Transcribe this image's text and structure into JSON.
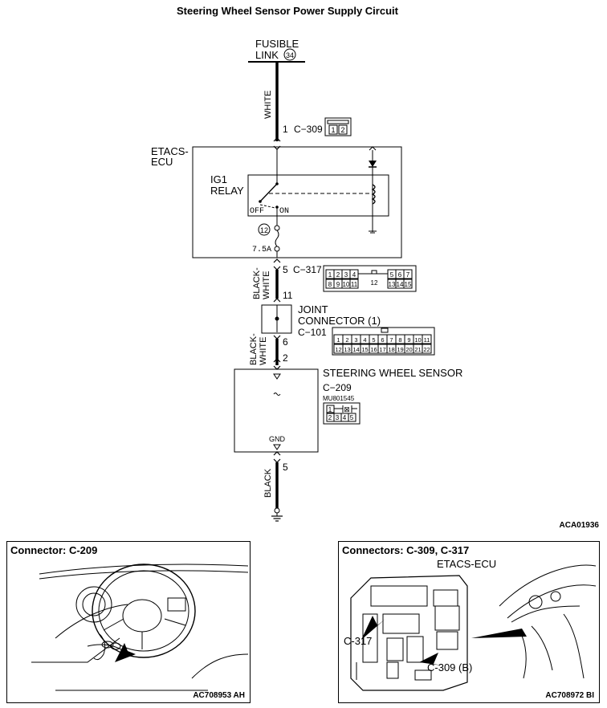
{
  "title": "Steering Wheel Sensor Power Supply Circuit",
  "fusible_link": {
    "label_line1": "FUSIBLE",
    "label_line2": "LINK",
    "number": "34"
  },
  "wires": {
    "white": "WHITE",
    "black_white_1": "BLACK-WHITE",
    "black_white_2": "BLACK-WHITE",
    "black": "BLACK"
  },
  "pins": {
    "c309_pin": "1",
    "c317_pin": "5",
    "joint_in_pin": "11",
    "joint_out_pin": "6",
    "sensor_pin": "2",
    "gnd_pin": "5"
  },
  "connectors": {
    "c309": "C−309",
    "c309_cells": [
      "1",
      "2"
    ],
    "c317": "C−317",
    "c317_row1": [
      "1",
      "2",
      "3",
      "4",
      "",
      "5",
      "6",
      "7"
    ],
    "c317_row2": [
      "8",
      "9",
      "10",
      "11",
      "12",
      "13",
      "14",
      "15"
    ],
    "c101": "C−101",
    "c101_row1": [
      "1",
      "2",
      "3",
      "4",
      "5",
      "6",
      "7",
      "8",
      "9",
      "10",
      "11"
    ],
    "c101_row2": [
      "12",
      "13",
      "14",
      "15",
      "16",
      "17",
      "18",
      "19",
      "20",
      "21",
      "22"
    ],
    "c209": "C−209",
    "c209_part": "MU801545",
    "c209_row1": [
      "1",
      "",
      "⊠"
    ],
    "c209_row2": [
      "2",
      "3",
      "4",
      "5"
    ]
  },
  "etacs": {
    "line1": "ETACS-",
    "line2": "ECU"
  },
  "relay": {
    "line1": "IG1",
    "line2": "RELAY",
    "off": "OFF",
    "on": "ON"
  },
  "fuse": {
    "number": "12",
    "rating": "7.5A"
  },
  "joint": {
    "line1": "JOINT",
    "line2": "CONNECTOR (1)"
  },
  "sensor": {
    "label": "STEERING WHEEL SENSOR",
    "gnd": "GND"
  },
  "diagram_code": "ACA01936",
  "panel_left": {
    "title": "Connector: C-209",
    "code": "AC708953 AH"
  },
  "panel_right": {
    "title": "Connectors: C-309, C-317",
    "etacs": "ETACS-ECU",
    "c317": "C-317",
    "c309": "C-309 (B)",
    "code": "AC708972 BI"
  }
}
